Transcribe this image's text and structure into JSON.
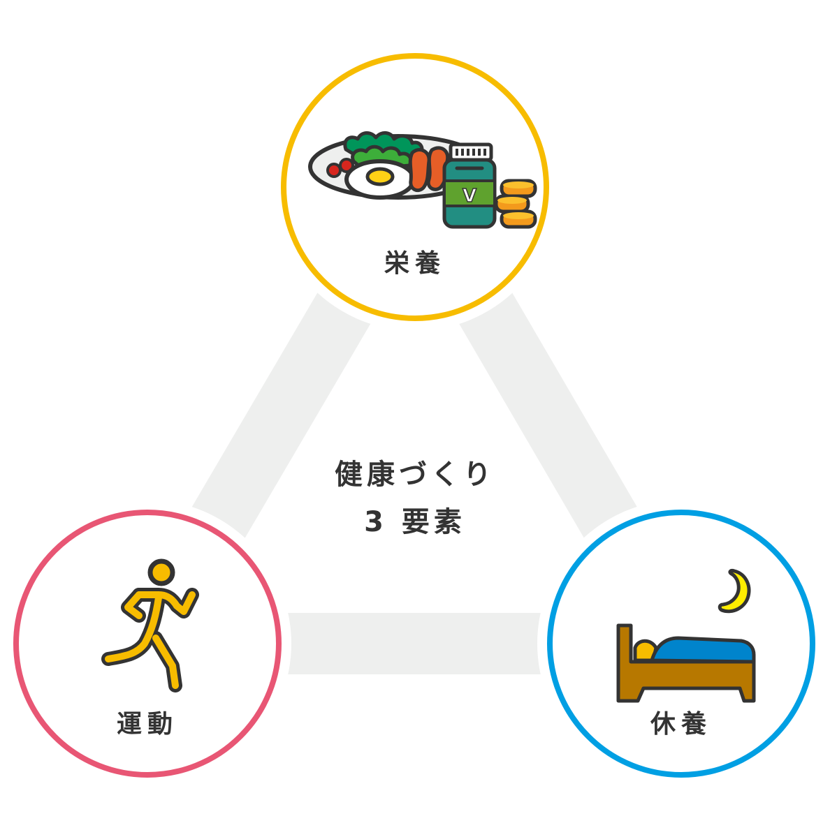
{
  "diagram": {
    "title_line1": "健康づくり",
    "title_line2": "3 要素",
    "colors": {
      "band": "#EEEFEE",
      "outline": "#333333",
      "nutrition_ring": "#F7BC00",
      "exercise_ring": "#E85674",
      "rest_ring": "#009FE3"
    },
    "nodes": [
      {
        "id": "nutrition",
        "label": "栄養",
        "icon": "meal-and-vitamins-icon",
        "position": "top"
      },
      {
        "id": "exercise",
        "label": "運動",
        "icon": "running-person-icon",
        "position": "bottom-left"
      },
      {
        "id": "rest",
        "label": "休養",
        "icon": "bed-and-moon-icon",
        "position": "bottom-right"
      }
    ],
    "connections": [
      {
        "from": "nutrition",
        "to": "exercise"
      },
      {
        "from": "nutrition",
        "to": "rest"
      },
      {
        "from": "exercise",
        "to": "rest"
      }
    ]
  }
}
